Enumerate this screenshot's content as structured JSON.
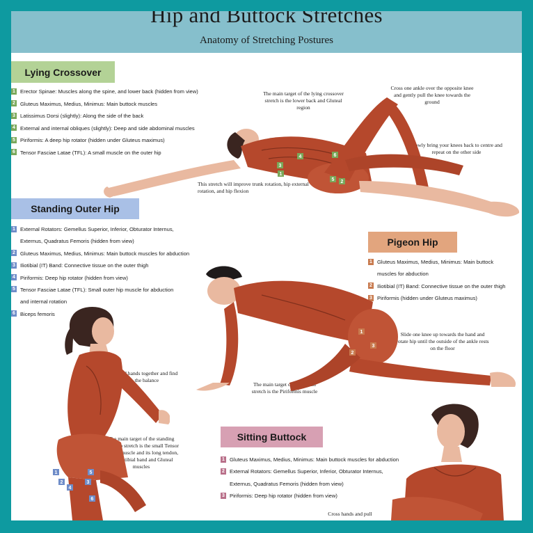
{
  "header": {
    "title": "Hip and Buttock Stretches",
    "subtitle": "Anatomy of Stretching Postures"
  },
  "colors": {
    "frame": "#0e9aa0",
    "header_band": "#86bfcc",
    "lying_badge": "#b3d296",
    "standing_badge": "#a9c0e6",
    "pigeon_badge": "#e2a57e",
    "sitting_badge": "#d7a0b3",
    "muscle": "#b5482c",
    "skin": "#e9b9a0"
  },
  "sections": {
    "lying": {
      "title": "Lying Crossover",
      "items": [
        {
          "n": "1",
          "text": "Erector Spinae: Muscles along the spine, and lower back (hidden from view)"
        },
        {
          "n": "2",
          "text": "Gluteus Maximus, Medius, Minimus: Main buttock muscles"
        },
        {
          "n": "3",
          "text": "Latissimus Dorsi (slightly): Along the side of the back"
        },
        {
          "n": "4",
          "text": "External and internal obliques (slightly): Deep and side abdominal muscles"
        },
        {
          "n": "5",
          "text": "Piriformis: A deep hip rotator (hidden under Gluteus maximus)"
        },
        {
          "n": "6",
          "text": "Tensor Fasciae Latae (TFL): A small muscle on the outer hip"
        }
      ],
      "notes": {
        "target": "The main target of the lying crossover stretch is the lower back and Gluteal region",
        "cross": "Cross one ankle over the opposite knee and gently pull the knee towards the ground",
        "slowly": "Slowly bring your knees back to centre and repeat on the other side",
        "improve": "This stretch will improve trunk rotation, hip external rotation, and hip flexion"
      }
    },
    "standing": {
      "title": "Standing Outer Hip",
      "items": [
        {
          "n": "1",
          "text": "External Rotators: Gemellus Superior, Inferior, Obturator Internus,"
        },
        {
          "n": "",
          "text": "Externus, Quadratus Femoris (hidden from view)"
        },
        {
          "n": "2",
          "text": "Gluteus Maximus, Medius, Minimus: Main buttock muscles for abduction"
        },
        {
          "n": "3",
          "text": "Iliotibial (IT) Band: Connective tissue on the outer thigh"
        },
        {
          "n": "4",
          "text": "Piriformis: Deep hip rotator (hidden from view)"
        },
        {
          "n": "5",
          "text": "Tensor Fasciae Latae (TFL): Small outer hip muscle for abduction"
        },
        {
          "n": "",
          "text": "and internal rotation"
        },
        {
          "n": "6",
          "text": "Biceps femoris"
        }
      ],
      "notes": {
        "hold": "Hold hands together and find the balance",
        "target": "The main target of the standing outer hip stretch is the small Tensor fasciae muscle and its long tendon, the Iliotibial band and Gluteal muscles"
      }
    },
    "pigeon": {
      "title": "Pigeon Hip",
      "items": [
        {
          "n": "1",
          "text": "Gluteus Maximus, Medius, Minimus: Main buttock"
        },
        {
          "n": "",
          "text": "muscles for abduction"
        },
        {
          "n": "2",
          "text": "Iliotibial (IT) Band: Connective tissue on the outer thigh"
        },
        {
          "n": "3",
          "text": "Piriformis (hidden under Gluteus maximus)"
        }
      ],
      "notes": {
        "slide": "Slide one knee up towards the hand and rotate hip until the outside of the ankle rests on the floor",
        "target": "The main target of the pigeon stretch is the Piriformis muscle"
      }
    },
    "sitting": {
      "title": "Sitting Buttock",
      "items": [
        {
          "n": "1",
          "text": "Gluteus Maximus, Medius, Minimus: Main buttock muscles for abduction"
        },
        {
          "n": "2",
          "text": "External Rotators: Gemellus Superior, Inferior, Obturator Internus,"
        },
        {
          "n": "",
          "text": "Externus, Quadratus Femoris (hidden from view)"
        },
        {
          "n": "3",
          "text": "Piriformis: Deep hip rotator (hidden from view)"
        }
      ],
      "notes": {
        "cross": "Cross hands and pull"
      }
    }
  },
  "figure_labels": {
    "lying": [
      "1",
      "2",
      "3",
      "4",
      "5",
      "6"
    ],
    "standing": [
      "1",
      "2",
      "3",
      "4",
      "5",
      "6"
    ],
    "pigeon": [
      "1",
      "2",
      "3"
    ]
  }
}
